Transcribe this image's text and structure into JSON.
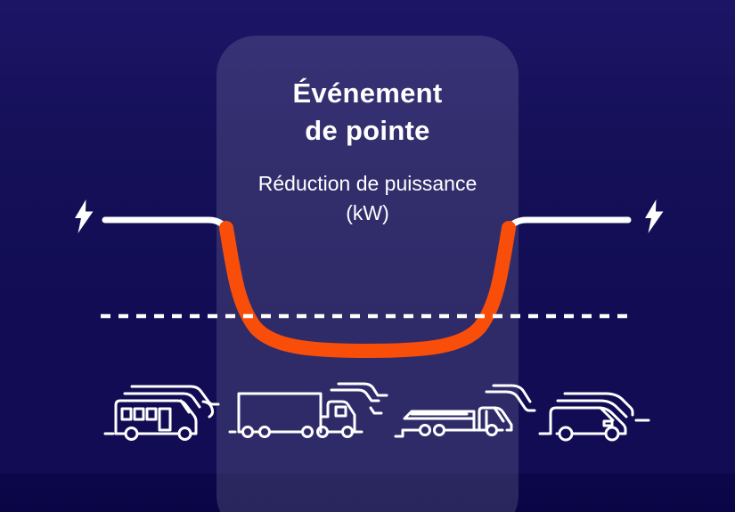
{
  "panel": {
    "title_line1": "Événement",
    "title_line2": "de pointe",
    "subtitle_line1": "Réduction de puissance",
    "subtitle_line2": "(kW)"
  },
  "colors": {
    "background": "#110C53",
    "panel_overlay": "rgba(255,255,255,0.13)",
    "curve_orange": "#F94E0A",
    "line_white": "#FFFFFF"
  },
  "icons": {
    "left_icon": "lightning-left-icon",
    "right_icon": "lightning-right-icon"
  },
  "diagram": {
    "type": "power-dip-curve",
    "elements": [
      "power-line-left",
      "power-reduction-curve",
      "power-line-right",
      "baseline-dashed-line"
    ]
  },
  "vehicles": [
    "electric-bus",
    "box-truck",
    "flatbed-truck",
    "cargo-van"
  ]
}
